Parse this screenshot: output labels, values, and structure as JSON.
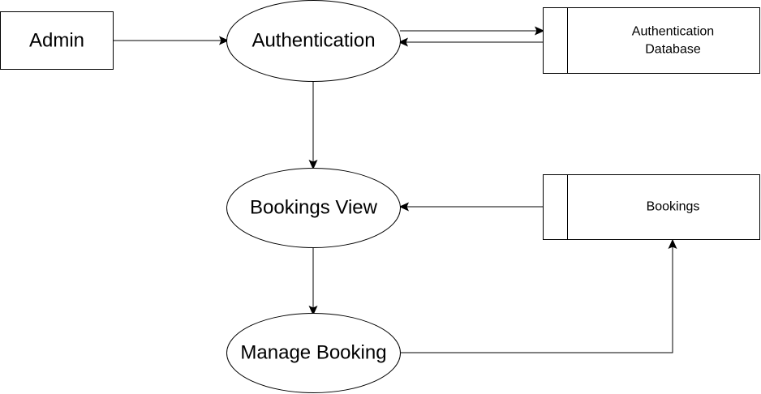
{
  "nodes": {
    "admin": {
      "label": "Admin"
    },
    "authentication": {
      "label": "Authentication"
    },
    "bookings_view": {
      "label": "Bookings View"
    },
    "manage_booking": {
      "label": "Manage Booking"
    },
    "auth_database": {
      "label_lines": [
        "Authentication",
        "Database"
      ]
    },
    "bookings_store": {
      "label": "Bookings"
    }
  },
  "edges": [
    {
      "from": "Admin",
      "to": "Authentication"
    },
    {
      "from": "Authentication",
      "to": "Authentication Database"
    },
    {
      "from": "Authentication Database",
      "to": "Authentication"
    },
    {
      "from": "Authentication",
      "to": "Bookings View"
    },
    {
      "from": "Bookings",
      "to": "Bookings View"
    },
    {
      "from": "Bookings View",
      "to": "Manage Booking"
    },
    {
      "from": "Manage Booking",
      "to": "Bookings"
    }
  ]
}
